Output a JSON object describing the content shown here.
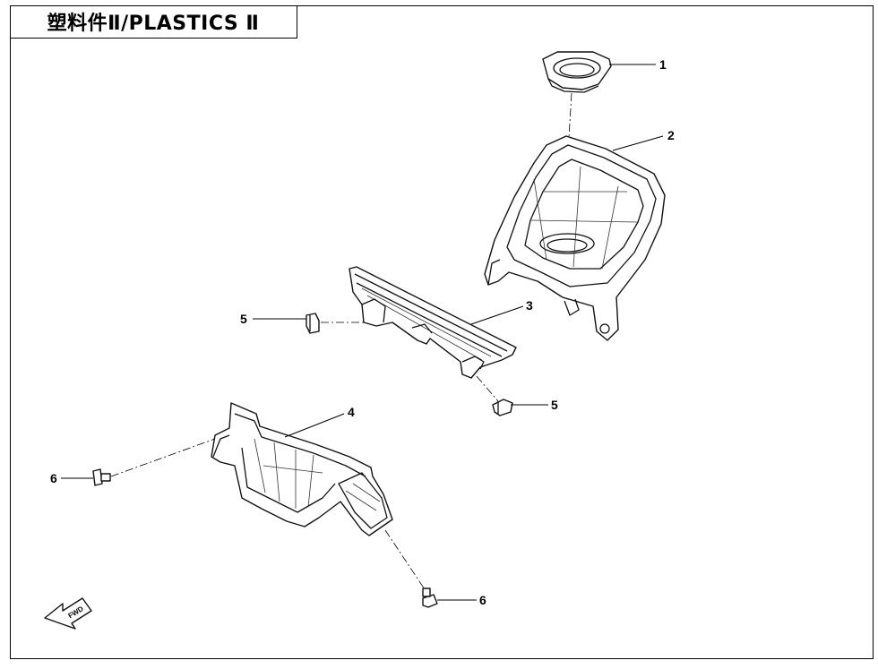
{
  "title": "塑料件Ⅱ/PLASTICS Ⅱ",
  "callouts": {
    "c1": "1",
    "c2": "2",
    "c3": "3",
    "c4": "4",
    "c5a": "5",
    "c5b": "5",
    "c6a": "6",
    "c6b": "6"
  },
  "direction_arrow": {
    "label": "FWD",
    "icon": "fwd-arrow-icon"
  }
}
